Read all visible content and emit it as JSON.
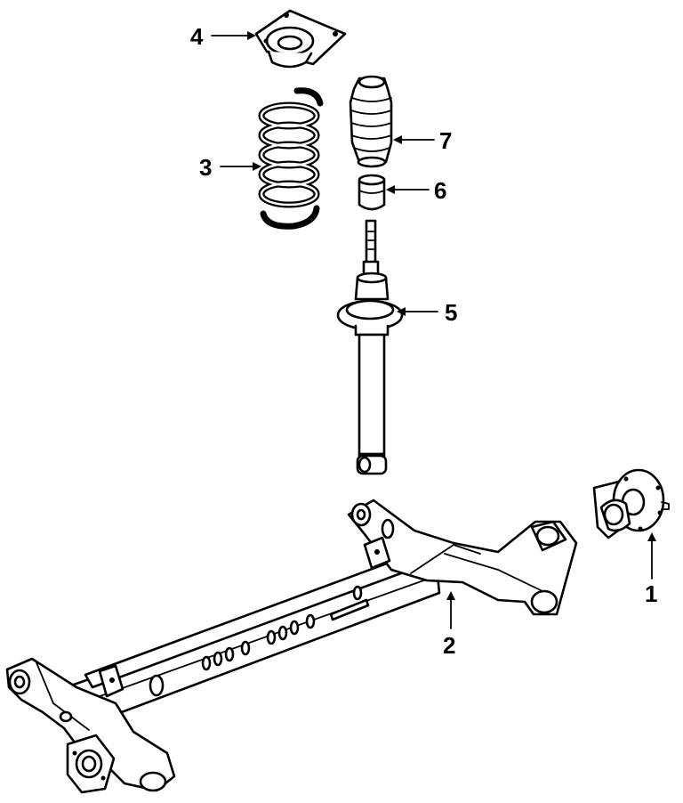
{
  "callouts": [
    {
      "id": "hub",
      "number": "1"
    },
    {
      "id": "axle-beam",
      "number": "2"
    },
    {
      "id": "coil-spring",
      "number": "3"
    },
    {
      "id": "spring-seat-mount",
      "number": "4"
    },
    {
      "id": "strut",
      "number": "5"
    },
    {
      "id": "bump-stop",
      "number": "6"
    },
    {
      "id": "dust-boot",
      "number": "7"
    }
  ]
}
